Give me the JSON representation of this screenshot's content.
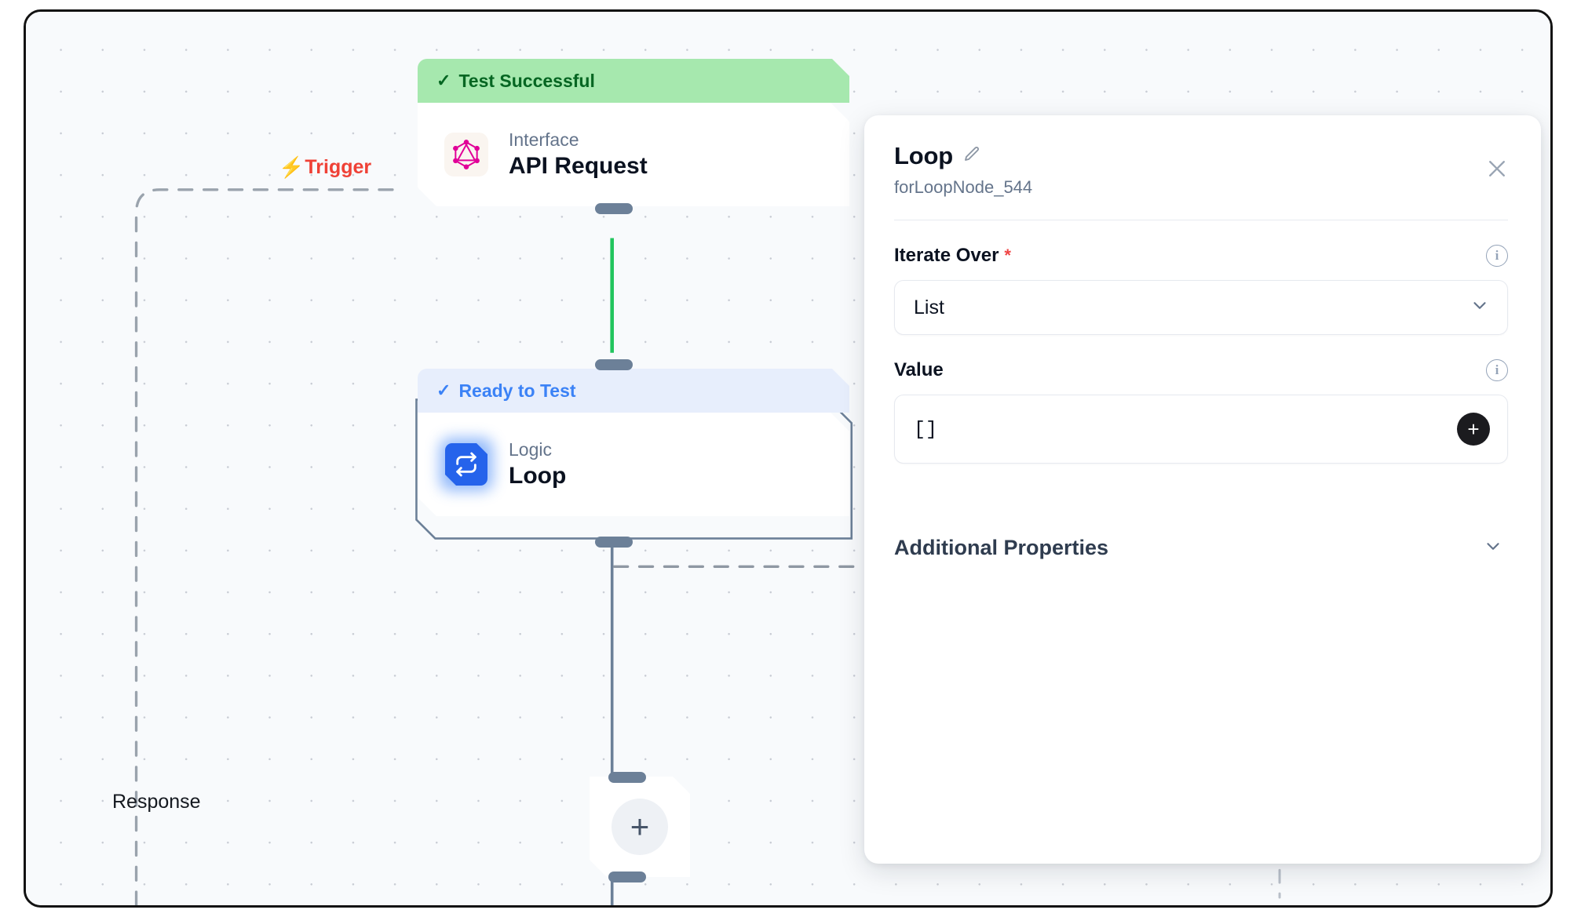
{
  "canvas": {
    "trigger_label": "Trigger",
    "trigger_icon": "lightning-bolt-icon",
    "response_label": "Response",
    "add_step_icon": "plus-icon",
    "accent_trigger": "#ef4136",
    "accent_edge_active": "#22c55e",
    "accent_edge_idle": "#6c8098"
  },
  "nodes": [
    {
      "status": "Test Successful",
      "status_check": "✓",
      "kind": "Interface",
      "title": "API Request",
      "icon": "graphql-icon",
      "status_bg": "#a6e8ae",
      "status_fg": "#056622"
    },
    {
      "status": "Ready to Test",
      "status_check": "✓",
      "kind": "Logic",
      "title": "Loop",
      "icon": "loop-icon",
      "status_bg": "#e7eefc",
      "status_fg": "#3b82f6"
    }
  ],
  "panel": {
    "title": "Loop",
    "edit_icon": "pencil-icon",
    "subtitle": "forLoopNode_544",
    "close_icon": "close-icon",
    "fields": {
      "iterate_over": {
        "label": "Iterate Over",
        "required_marker": "*",
        "info_icon": "info-icon",
        "selected": "List",
        "options": [
          "List"
        ],
        "chevron": "chevron-down-icon"
      },
      "value": {
        "label": "Value",
        "info_icon": "info-icon",
        "value": "[]",
        "add_icon": "plus-icon"
      }
    },
    "additional_properties": {
      "label": "Additional Properties",
      "chevron": "chevron-down-icon"
    }
  }
}
